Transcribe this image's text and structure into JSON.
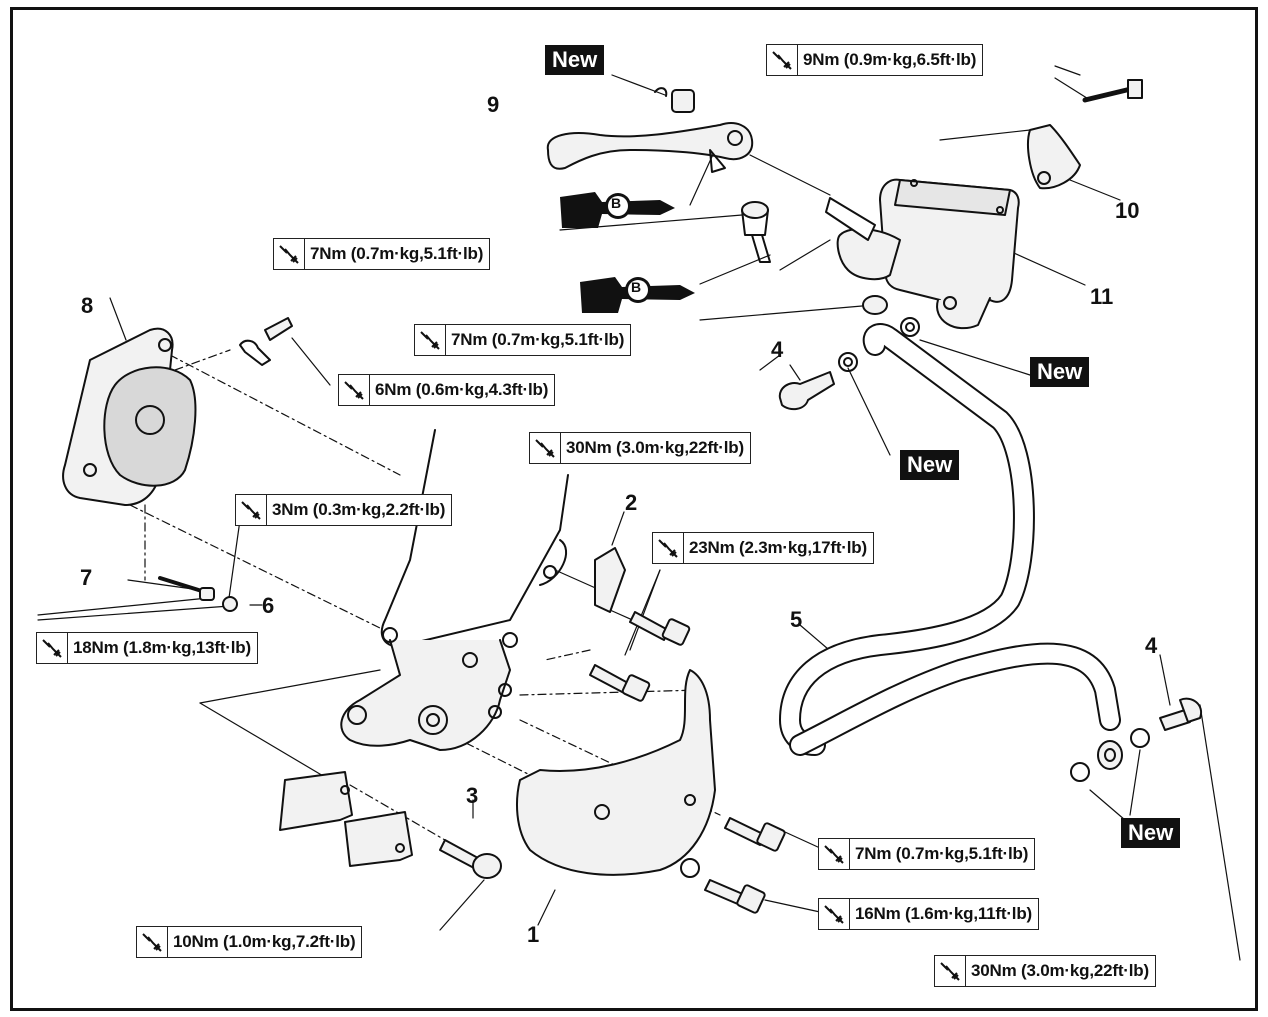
{
  "labels": {
    "torque": [
      "9Nm (0.9m·kg,6.5ft·lb)",
      "7Nm (0.7m·kg,5.1ft·lb)",
      "7Nm (0.7m·kg,5.1ft·lb)",
      "6Nm (0.6m·kg,4.3ft·lb)",
      "30Nm (3.0m·kg,22ft·lb)",
      "3Nm (0.3m·kg,2.2ft·lb)",
      "23Nm (2.3m·kg,17ft·lb)",
      "18Nm (1.8m·kg,13ft·lb)",
      "7Nm (0.7m·kg,5.1ft·lb)",
      "16Nm (1.6m·kg,11ft·lb)",
      "10Nm (1.0m·kg,7.2ft·lb)",
      "30Nm (3.0m·kg,22ft·lb)"
    ],
    "new_tag": "New",
    "grease_letter": "B",
    "part_numbers": [
      "1",
      "2",
      "3",
      "4",
      "4",
      "5",
      "6",
      "7",
      "8",
      "9",
      "10",
      "11"
    ]
  },
  "colors": {
    "ink": "#111111",
    "part_fill": "#f2f2f2",
    "shade": "#d8d8d8"
  },
  "icons": [
    "torque-wrench-icon",
    "grease-gun-icon"
  ]
}
